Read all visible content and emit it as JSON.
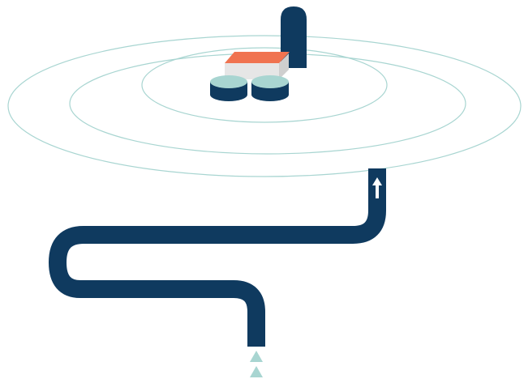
{
  "colors": {
    "background": "#ffffff",
    "ring": "#a8d5d1",
    "pipe": "#0f3a5f",
    "tank_top": "#a8d5d1",
    "box_roof": "#f07350",
    "box_front": "#e6e6e6",
    "box_side": "#cfcfcf",
    "arrow_white": "#ffffff",
    "entry_arrows": "#a8d5d1"
  },
  "diagram": {
    "ring_count": 3,
    "flow_direction": "up",
    "elements": [
      "outer-ring",
      "middle-ring",
      "inner-ring",
      "facility-building",
      "storage-tank",
      "vent-stack",
      "flow-pipe",
      "flow-arrow-icon",
      "entry-arrow-icon"
    ]
  }
}
